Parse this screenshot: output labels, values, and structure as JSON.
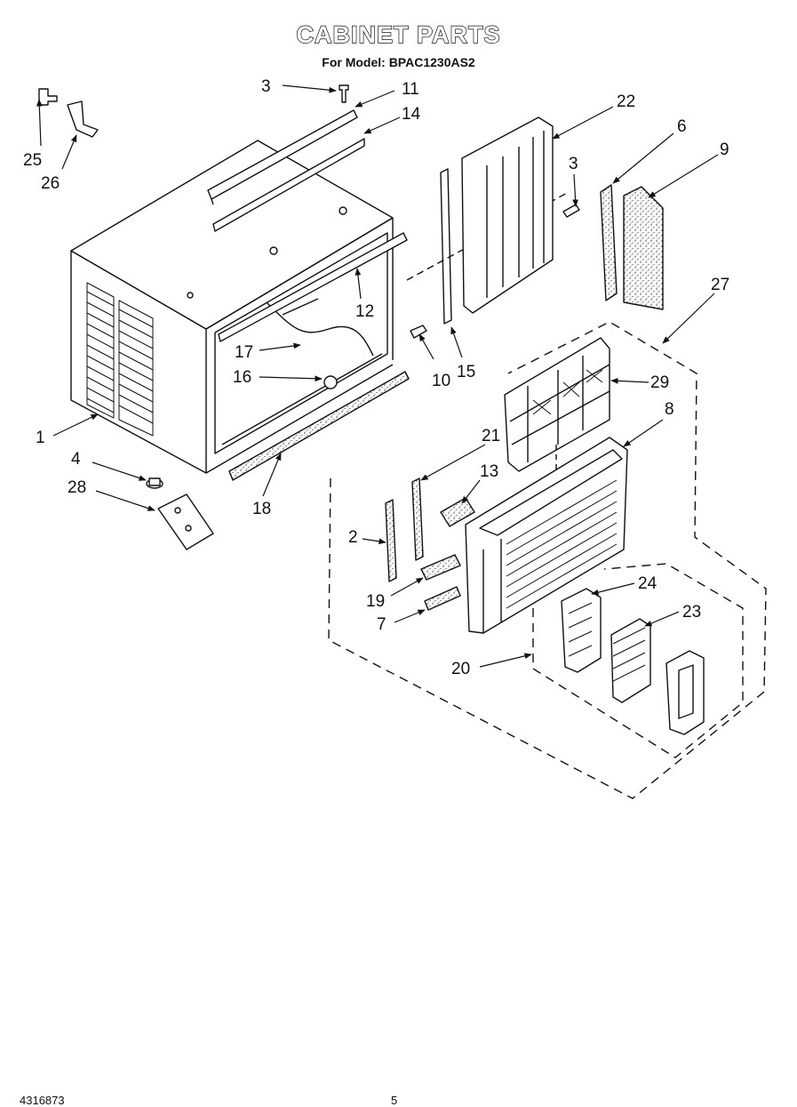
{
  "header": {
    "title": "CABINET PARTS",
    "subtitle": "For Model: BPAC1230AS2"
  },
  "footer": {
    "document_number": "4316873",
    "page_number": "5"
  },
  "callouts": [
    "1",
    "2",
    "3",
    "3",
    "4",
    "6",
    "7",
    "8",
    "9",
    "10",
    "11",
    "12",
    "13",
    "14",
    "15",
    "16",
    "17",
    "18",
    "19",
    "20",
    "21",
    "22",
    "23",
    "24",
    "25",
    "26",
    "27",
    "28",
    "29"
  ]
}
